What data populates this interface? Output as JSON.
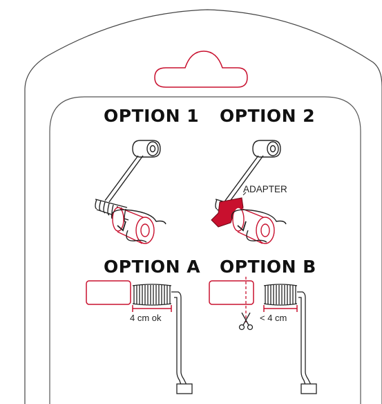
{
  "headings": {
    "option1": "OPTION 1",
    "option2": "OPTION 2",
    "optionA": "OPTION A",
    "optionB": "OPTION B"
  },
  "labels": {
    "adapter": "ADAPTER",
    "measure_a": "4 cm ok",
    "measure_b": "< 4 cm"
  },
  "colors": {
    "accent": "#c8102e",
    "line": "#222222",
    "outline": "#555555"
  },
  "icons": [
    "cable-spring-icon",
    "adapter-icon",
    "scissors-icon",
    "cut-line-icon"
  ]
}
